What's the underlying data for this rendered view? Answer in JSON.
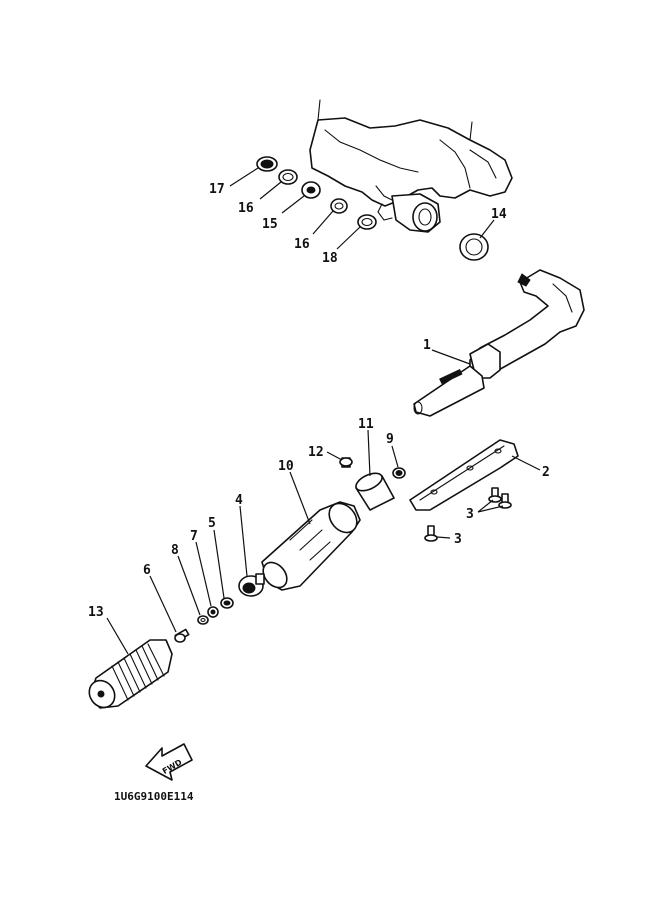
{
  "callouts": {
    "c1": "1",
    "c2": "2",
    "c3a": "3",
    "c3b": "3",
    "c4": "4",
    "c5": "5",
    "c6": "6",
    "c7": "7",
    "c8": "8",
    "c9": "9",
    "c10": "10",
    "c11": "11",
    "c12": "12",
    "c13": "13",
    "c14": "14",
    "c15": "15",
    "c16a": "16",
    "c16b": "16",
    "c17": "17",
    "c18": "18"
  },
  "direction_label": "FWD",
  "drawing_code": "1U6G9100E114"
}
